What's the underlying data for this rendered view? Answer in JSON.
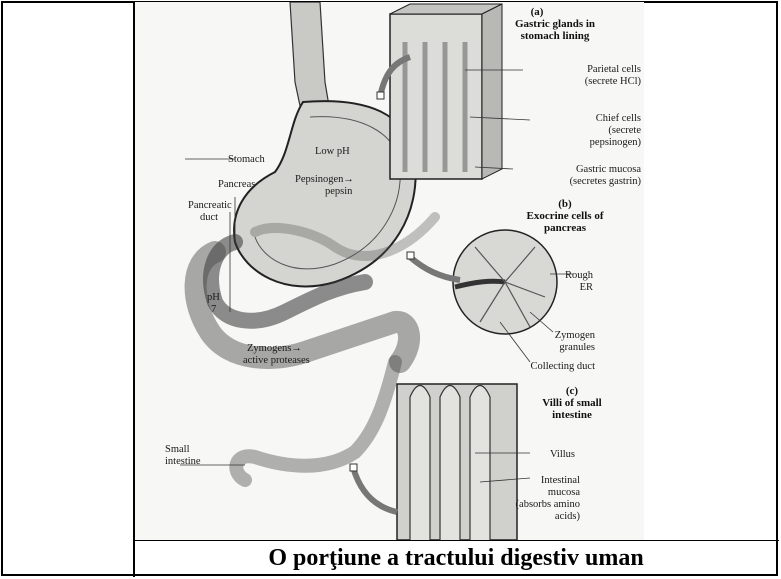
{
  "caption": "O porţiune a tractului digestiv uman",
  "panels": {
    "a": {
      "letter": "(a)",
      "title1": "Gastric glands in",
      "title2": "stomach lining"
    },
    "b": {
      "letter": "(b)",
      "title1": "Exocrine cells of",
      "title2": "pancreas"
    },
    "c": {
      "letter": "(c)",
      "title1": "Villi of small",
      "title2": "intestine"
    }
  },
  "labels": {
    "parietal1": "Parietal cells",
    "parietal2": "(secrete HCl)",
    "chief1": "Chief cells",
    "chief2": "(secrete",
    "chief3": "pepsinogen)",
    "mucosa1": "Gastric mucosa",
    "mucosa2": "(secretes gastrin)",
    "rough1": "Rough",
    "rough2": "ER",
    "zymogen1": "Zymogen",
    "zymogen2": "granules",
    "collecting": "Collecting duct",
    "villus": "Villus",
    "intmucosa1": "Intestinal",
    "intmucosa2": "mucosa",
    "intmucosa3": "(absorbs amino",
    "intmucosa4": "acids)",
    "stomach": "Stomach",
    "lowph": "Low pH",
    "pepsin1": "Pepsinogen→",
    "pepsin2": "pepsin",
    "pancreas": "Pancreas",
    "pduct1": "Pancreatic",
    "pduct2": "duct",
    "ph1": "pH",
    "ph2": "7",
    "zymogens1": "Zymogens→",
    "zymogens2": "active proteases",
    "small1": "Small",
    "small2": "intestine"
  }
}
